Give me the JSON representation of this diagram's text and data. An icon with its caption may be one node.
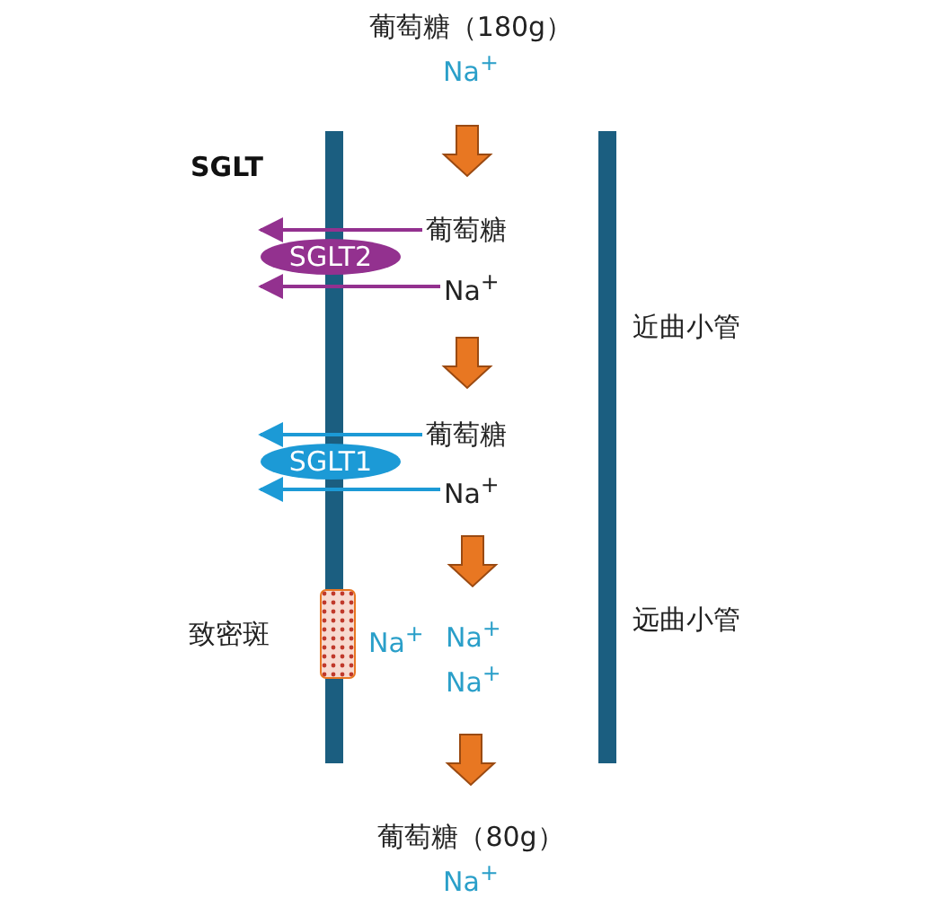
{
  "diagram": {
    "nodes": [
      {
        "text": [
          "葡萄糖（180g）",
          "Na$^{+}$"
        ]
      },
      {
        "text": [
          "SGLT2"
        ]
      },
      {
        "text": [
          "葡萄糖"
        ]
      },
      {
        "text": [
          "Na$^{+}$"
        ]
      },
      {
        "text": [
          "SGLT1"
        ]
      },
      {
        "text": [
          "葡萄糖"
        ]
      },
      {
        "text": [
          "Na$^{+}$"
        ]
      },
      {
        "text": [],
        "shape": "box",
        "beside": [
          "致密斑",
          "Na$^{+}$"
        ]
      },
      {
        "text": [
          "Na$^{+}$",
          "Na$^{+}$"
        ]
      },
      {
        "text": [
          "葡萄糖（80g）",
          "Na$^{+}$"
        ]
      }
    ],
    "edges": [
      {
        "from": 0,
        "to": 2,
        "arrow": "to",
        "style": "thick",
        "color": "#e87722"
      },
      {
        "from": 2,
        "to": 1,
        "arrow": "to",
        "color": "#93318f"
      },
      {
        "from": 3,
        "to": 1,
        "arrow": "to",
        "color": "#93318f"
      },
      {
        "from": 3,
        "to": 5,
        "arrow": "to",
        "style": "thick",
        "color": "#e87722"
      },
      {
        "from": 5,
        "to": 4,
        "arrow": "to",
        "color": "#1c9ad6"
      },
      {
        "from": 6,
        "to": 4,
        "arrow": "to",
        "color": "#1c9ad6"
      },
      {
        "from": 6,
        "to": 8,
        "arrow": "to",
        "style": "thick",
        "color": "#e87722"
      },
      {
        "from": 8,
        "to": 9,
        "arrow": "to",
        "style": "thick",
        "color": "#e87722"
      }
    ],
    "labels": [
      "SGLT",
      "近曲小管",
      "远曲小管"
    ]
  }
}
